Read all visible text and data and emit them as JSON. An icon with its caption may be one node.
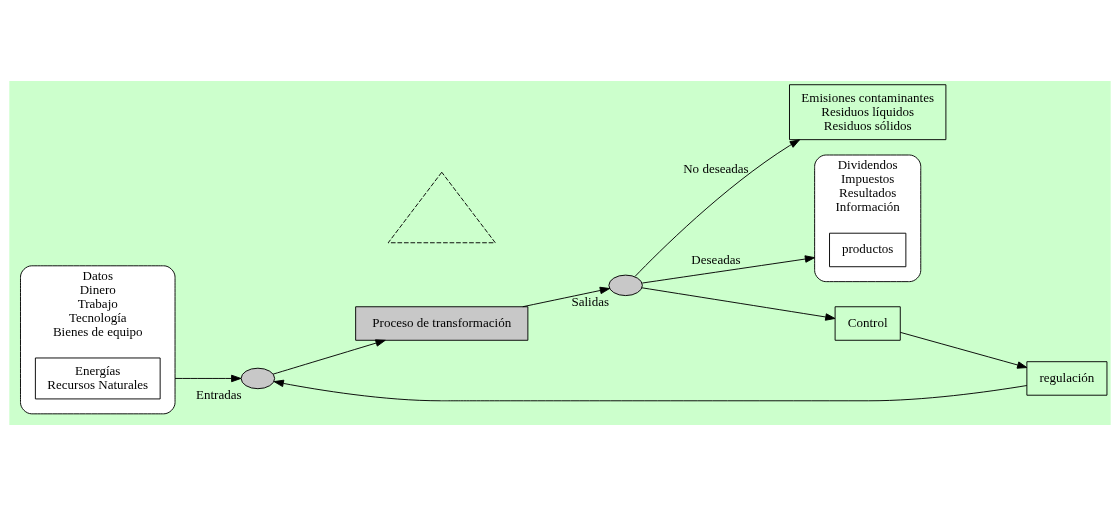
{
  "diagram": {
    "nodes": [
      {
        "text": [
          "Datos",
          "Dinero",
          "Trabajo",
          "Tecnología",
          "Bienes de equipo"
        ]
      },
      {
        "text": [
          "Energías",
          "Recursos Naturales"
        ],
        "in": 0
      },
      {
        "text": [],
        "shape": "ellipse",
        "beside": [
          "Entradas"
        ]
      },
      {
        "text": [
          "Proceso de transformación"
        ]
      },
      {
        "text": [],
        "shape": "triangle"
      },
      {
        "text": [],
        "shape": "ellipse",
        "beside": [
          "Salidas"
        ]
      },
      {
        "text": [
          "Emisiones contaminantes",
          "Residuos líquidos",
          "Residuos sólidos"
        ]
      },
      {
        "text": [
          "Dividendos",
          "Impuestos",
          "Resultados",
          "Información"
        ]
      },
      {
        "text": [
          "productos"
        ],
        "in": 7
      },
      {
        "text": [
          "Control"
        ]
      },
      {
        "text": [
          "regulación"
        ]
      }
    ],
    "edges": [
      {
        "from": 0,
        "to": 2,
        "arrow": "to"
      },
      {
        "from": 2,
        "to": 3,
        "arrow": "to"
      },
      {
        "from": 3,
        "to": 5,
        "arrow": "to"
      },
      {
        "from": 5,
        "to": 6,
        "arrow": "to",
        "label": "No deseadas"
      },
      {
        "from": 5,
        "to": 7,
        "arrow": "to",
        "label": "Deseadas"
      },
      {
        "from": 5,
        "to": 9,
        "arrow": "to"
      },
      {
        "from": 9,
        "to": 10,
        "arrow": "to"
      },
      {
        "from": 10,
        "to": 2,
        "arrow": "to"
      }
    ]
  }
}
